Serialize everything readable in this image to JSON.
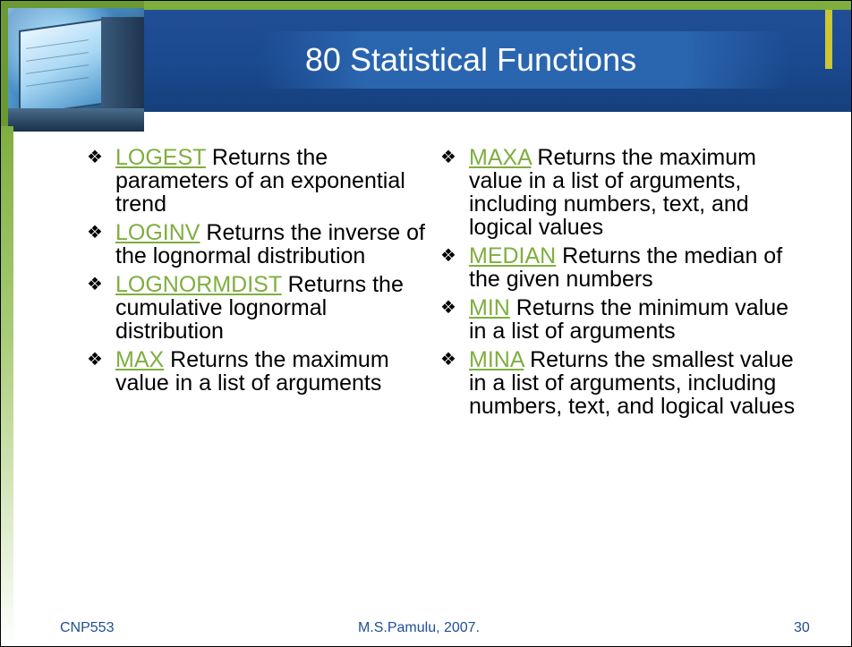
{
  "slide": {
    "title": "80 Statistical Functions",
    "bullet_glyph": "❖",
    "colors": {
      "title_bar": "#1b4a90",
      "accent_green": "#7fae3f",
      "accent_yellow": "#c9c637",
      "footer_text": "#1f4e94"
    },
    "left_items": [
      {
        "fn": "LOGEST",
        "desc": " Returns the parameters of an exponential trend"
      },
      {
        "fn": "LOGINV",
        "desc": " Returns the inverse of the lognormal distribution"
      },
      {
        "fn": "LOGNORMDIST",
        "desc": " Returns the cumulative lognormal distribution"
      },
      {
        "fn": "MAX",
        "desc": " Returns the maximum value in a list of arguments"
      }
    ],
    "right_items": [
      {
        "fn": "MAXA",
        "desc": " Returns the maximum value in a list of arguments, including numbers, text, and logical values"
      },
      {
        "fn": "MEDIAN",
        "desc": " Returns the median of the given numbers"
      },
      {
        "fn": "MIN",
        "desc": " Returns the minimum value in a list of arguments"
      },
      {
        "fn": "MINA",
        "desc": " Returns the smallest value in a list of arguments, including numbers, text, and logical values"
      }
    ],
    "footer": {
      "left": "CNP553",
      "center": "M.S.Pamulu, 2007.",
      "right": "30"
    }
  }
}
